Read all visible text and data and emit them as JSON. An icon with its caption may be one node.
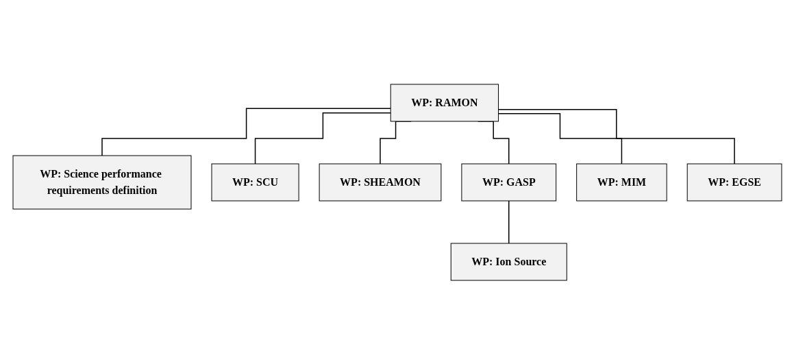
{
  "diagram": {
    "nodes": [
      {
        "text": [
          "WP: RAMON"
        ]
      },
      {
        "text": [
          "WP: Science performance requirements definition"
        ]
      },
      {
        "text": [
          "WP: SCU"
        ]
      },
      {
        "text": [
          "WP: SHEAMON"
        ]
      },
      {
        "text": [
          "WP: GASP"
        ]
      },
      {
        "text": [
          "WP: MIM"
        ]
      },
      {
        "text": [
          "WP: EGSE"
        ]
      },
      {
        "text": [
          "WP: Ion Source"
        ]
      }
    ],
    "edges": [
      {
        "from": 0,
        "to": 1,
        "arrow": "none"
      },
      {
        "from": 0,
        "to": 2,
        "arrow": "none"
      },
      {
        "from": 0,
        "to": 3,
        "arrow": "none"
      },
      {
        "from": 0,
        "to": 4,
        "arrow": "none"
      },
      {
        "from": 0,
        "to": 5,
        "arrow": "none"
      },
      {
        "from": 0,
        "to": 6,
        "arrow": "none"
      },
      {
        "from": 4,
        "to": 7,
        "arrow": "none"
      }
    ]
  }
}
